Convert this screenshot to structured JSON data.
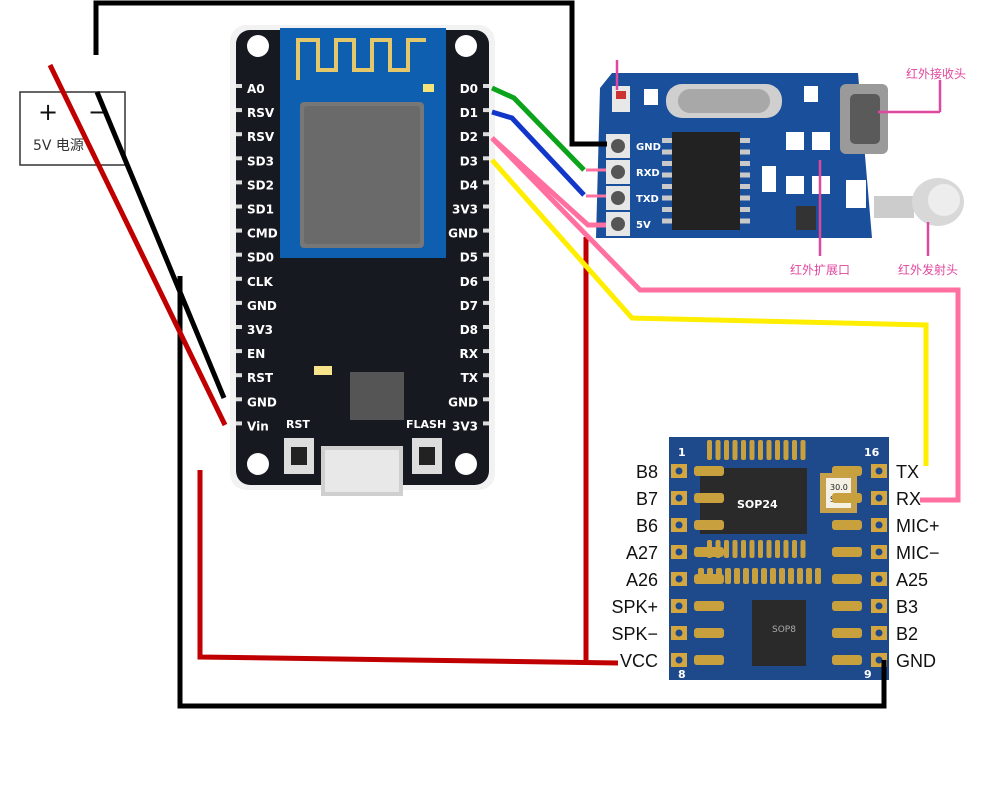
{
  "power": {
    "plus": "+",
    "minus": "−",
    "label": "5V 电源"
  },
  "nodemcu": {
    "left_pins": [
      "A0",
      "RSV",
      "RSV",
      "SD3",
      "SD2",
      "SD1",
      "CMD",
      "SD0",
      "CLK",
      "GND",
      "3V3",
      "EN",
      "RST",
      "GND",
      "Vin"
    ],
    "right_pins": [
      "D0",
      "D1",
      "D2",
      "D3",
      "D4",
      "3V3",
      "GND",
      "D5",
      "D6",
      "D7",
      "D8",
      "RX",
      "TX",
      "GND",
      "3V3"
    ],
    "rst_button": "RST",
    "flash_button": "FLASH"
  },
  "ir_module": {
    "pins": [
      "GND",
      "RXD",
      "TXD",
      "5V"
    ],
    "receiver_note": "红外接收头",
    "expansion_note": "红外扩展口",
    "emitter_note": "红外发射头"
  },
  "voice_module": {
    "left_pins": [
      "B8",
      "B7",
      "B6",
      "A27",
      "A26",
      "SPK+",
      "SPK−",
      "VCC"
    ],
    "right_pins": [
      "TX",
      "RX",
      "MIC+",
      "MIC−",
      "A25",
      "B3",
      "B2",
      "GND"
    ],
    "corner_1": "1",
    "corner_16": "16",
    "corner_8": "8",
    "corner_9": "9",
    "chip1": "SOP24",
    "chip2": "SOP8",
    "crystal_top": "30.0",
    "crystal_bottom": "SGE"
  },
  "colors": {
    "board_black": "#161a20",
    "board_blue": "#0f5fb0",
    "pcb_blue": "#1a4f9c",
    "wire_red": "#c00000",
    "wire_black": "#000000",
    "wire_green": "#0aa31a",
    "wire_blue": "#1236c9",
    "wire_pink": "#ff6fa0",
    "wire_yellow": "#ffee00",
    "note_magenta": "#e0479e"
  }
}
